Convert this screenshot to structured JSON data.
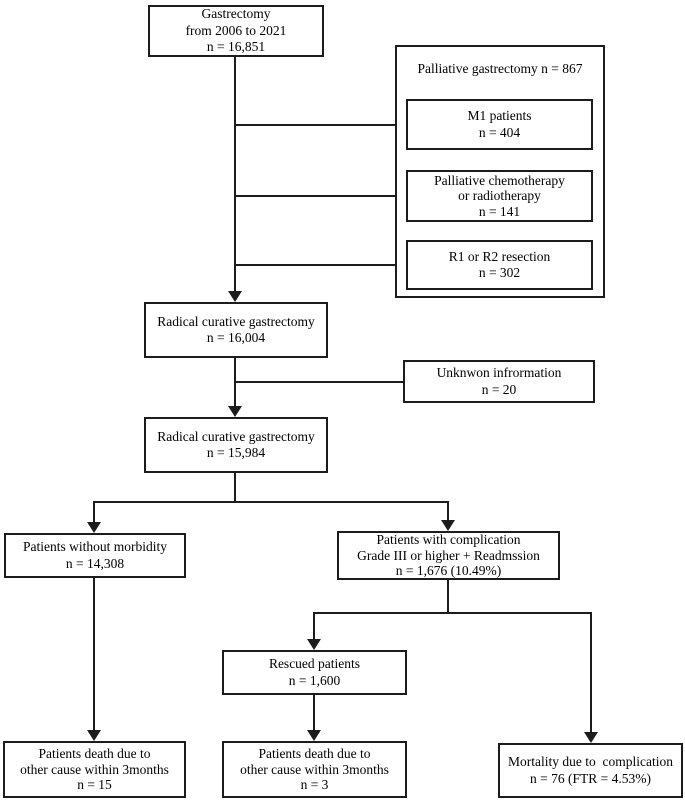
{
  "colors": {
    "line": "#1c1c1c",
    "background": "#ffffff",
    "text": "#000000"
  },
  "flowchart": {
    "nodes": {
      "gastrectomy": {
        "line1": "Gastrectomy",
        "line2": "from 2006 to 2021",
        "line3": "n = 16,851"
      },
      "palliative_header": {
        "line1": "Palliative gastrectomy",
        "line2": "n = 867"
      },
      "m1_patients": {
        "line1": "M1 patients",
        "line2": "n = 404"
      },
      "palliative_chemo": {
        "line1": "Palliative chemotherapy",
        "line2": "or radiotherapy",
        "line3": "n = 141"
      },
      "r1_r2_resection": {
        "line1": "R1 or R2 resection",
        "line2": "n = 302"
      },
      "radical_16004": {
        "line1": "Radical curative gastrectomy",
        "line2": "n = 16,004"
      },
      "unknown_info": {
        "line1": "Unknwon infrormation",
        "line2": "n = 20"
      },
      "radical_15984": {
        "line1": "Radical curative gastrectomy",
        "line2": "n = 15,984"
      },
      "without_morbidity": {
        "line1": "Patients without morbidity",
        "line2": "n = 14,308"
      },
      "with_complication": {
        "line1": "Patients with complication",
        "line2": "Grade III or higher + Readmssion",
        "line3": "n = 1,676 (10.49%)"
      },
      "rescued": {
        "line1": "Rescued patients",
        "line2": "n = 1,600"
      },
      "death_other_left": {
        "line1": "Patients death due to",
        "line2": "other cause within 3months",
        "line3": "n = 15"
      },
      "death_other_mid": {
        "line1": "Patients death due to",
        "line2": "other cause within 3months",
        "line3": "n = 3"
      },
      "mortality_ftr": {
        "line1": "Mortality due to  complication",
        "line2": "n = 76 (FTR = 4.53%)"
      }
    }
  }
}
